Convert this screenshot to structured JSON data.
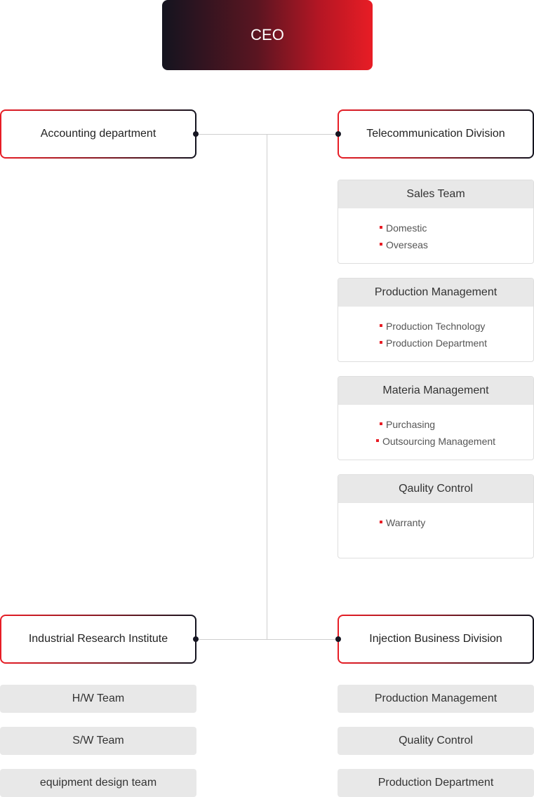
{
  "ceo": {
    "label": "CEO"
  },
  "accounting": {
    "label": "Accounting department"
  },
  "telecom": {
    "label": "Telecommunication Division",
    "teams": [
      {
        "title": "Sales Team",
        "items": [
          "Domestic",
          "Overseas"
        ]
      },
      {
        "title": "Production Management",
        "items": [
          "Production Technology",
          "Production Department"
        ]
      },
      {
        "title": "Materia Management",
        "items": [
          "Purchasing",
          "Outsourcing Management"
        ]
      },
      {
        "title": "Qaulity Control",
        "items": [
          "Warranty"
        ]
      }
    ]
  },
  "research": {
    "label": "Industrial Research Institute",
    "teams": [
      "H/W Team",
      "S/W Team",
      "equipment design team"
    ]
  },
  "injection": {
    "label": "Injection Business Division",
    "teams": [
      "Production Management",
      "Quality Control",
      "Production Department"
    ]
  },
  "colors": {
    "accent_red": "#e81d25",
    "dark_navy": "#14141f",
    "panel_gray": "#e8e8e8",
    "connector_gray": "#cfcfcf"
  }
}
